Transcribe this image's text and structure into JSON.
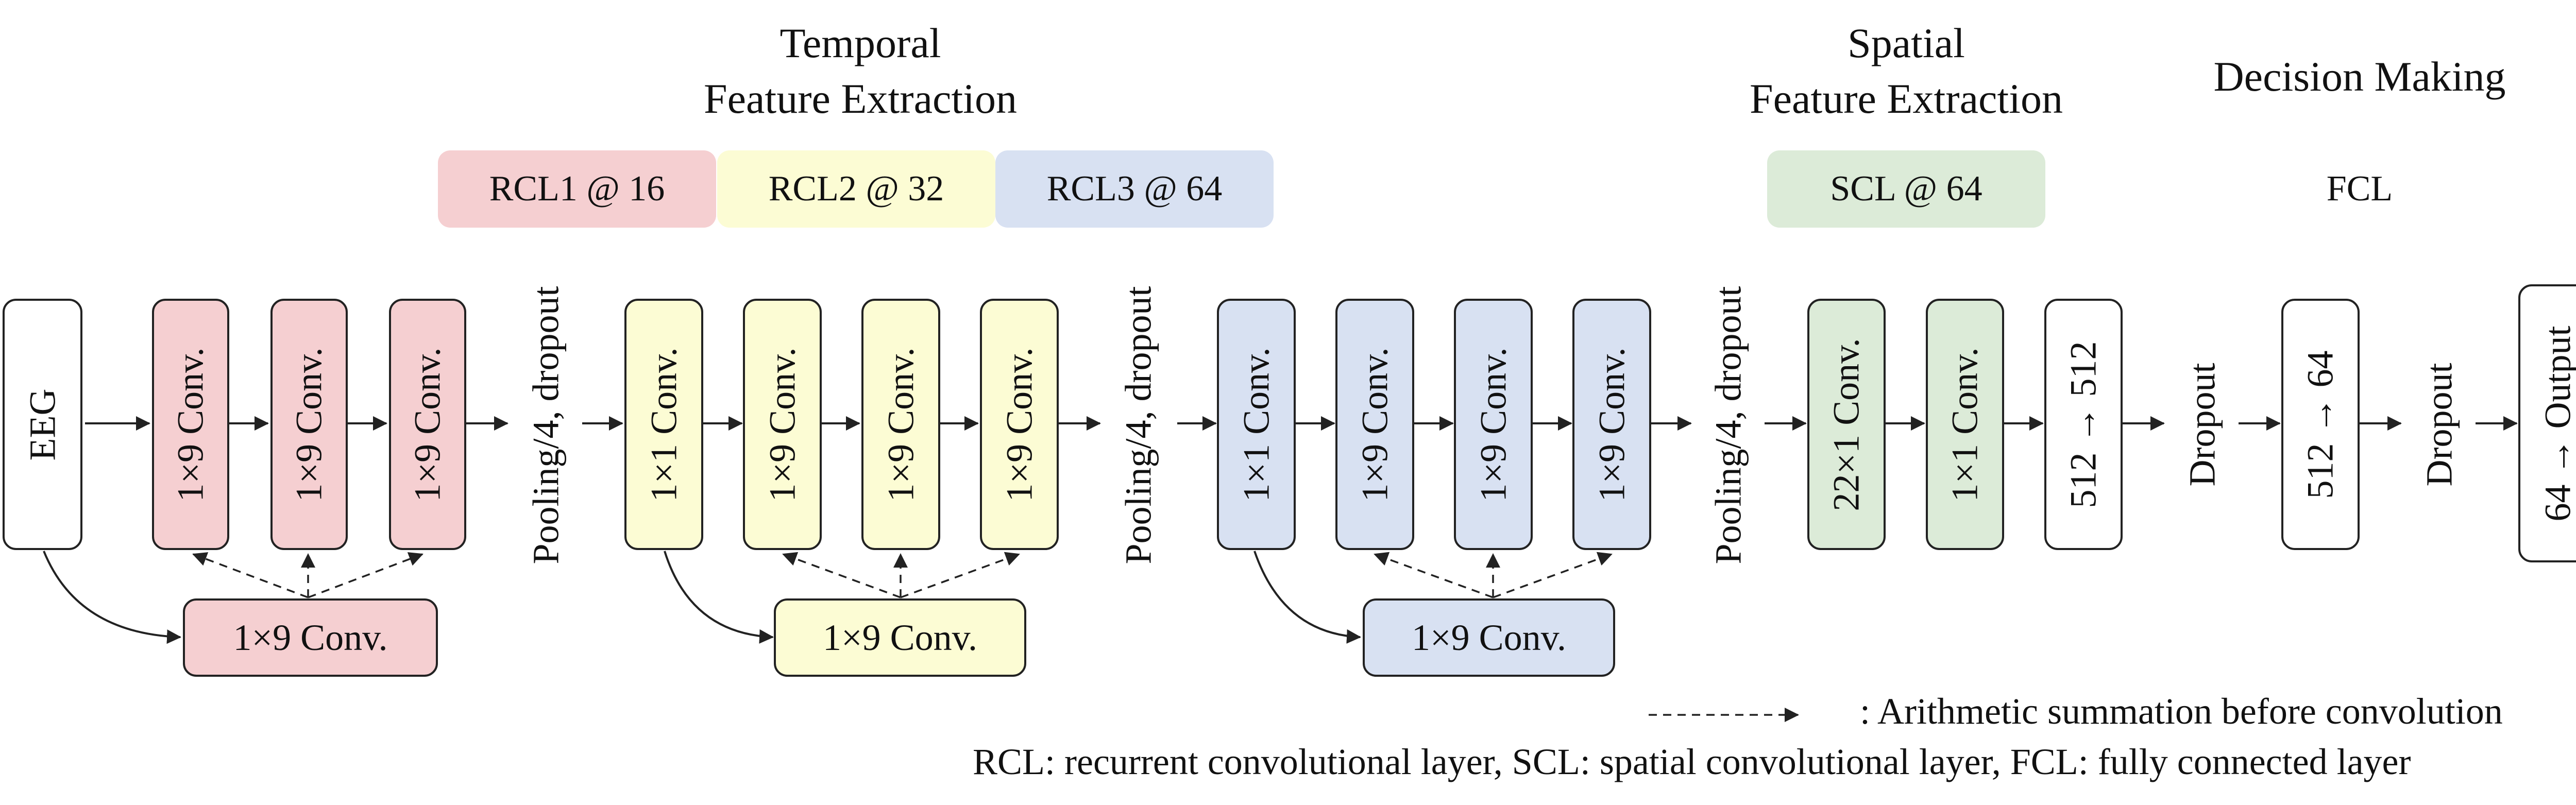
{
  "colors": {
    "red": "#f5cfd1",
    "yellow": "#fcfcd4",
    "blue": "#d8e1f2",
    "green": "#dcebd8",
    "white": "#ffffff",
    "line": "#222222"
  },
  "headers": {
    "temporal_line1": "Temporal",
    "temporal_line2": "Feature Extraction",
    "spatial_line1": "Spatial",
    "spatial_line2": "Feature Extraction",
    "decision": "Decision Making"
  },
  "badges": {
    "rcl1": "RCL1 @ 16",
    "rcl2": "RCL2 @ 32",
    "rcl3": "RCL3 @ 64",
    "scl": "SCL @ 64",
    "fcl": "FCL"
  },
  "blocks": {
    "eeg": "EEG",
    "r1": [
      "1×9 Conv.",
      "1×9 Conv.",
      "1×9 Conv."
    ],
    "r1_skip": "1×9 Conv.",
    "pool1": "Pooling/4, dropout",
    "r2": [
      "1×1 Conv.",
      "1×9 Conv.",
      "1×9 Conv.",
      "1×9 Conv."
    ],
    "r2_skip": "1×9 Conv.",
    "pool2": "Pooling/4, dropout",
    "r3": [
      "1×1 Conv.",
      "1×9 Conv.",
      "1×9 Conv.",
      "1×9 Conv."
    ],
    "r3_skip": "1×9 Conv.",
    "pool3": "Pooling/4, dropout",
    "scl": [
      "22×1 Conv.",
      "1×1 Conv."
    ],
    "fc1": "512 → 512",
    "drop1": "Dropout",
    "fc2": "512 → 64",
    "drop2": "Dropout",
    "out": "64 → Output"
  },
  "legend": {
    "dashed_meaning": ": Arithmetic summation before convolution",
    "abbrev": "RCL: recurrent convolutional layer, SCL: spatial convolutional layer, FCL: fully connected layer"
  }
}
